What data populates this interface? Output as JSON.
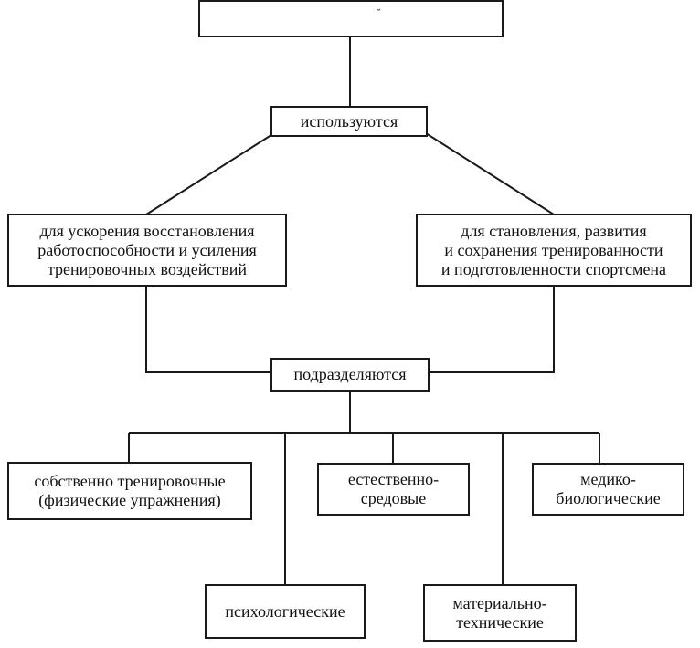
{
  "diagram": {
    "top_box": {
      "text": "",
      "mark": "˘"
    },
    "uses_box": {
      "text": "используются"
    },
    "left_purpose": {
      "text": "для ускорения восстановления\nработоспособности и усиления\nтренировочных воздействий"
    },
    "right_purpose": {
      "text": "для становления, развития\nи сохранения тренированности\nи подготовленности спортсмена"
    },
    "divide_box": {
      "text": "подразделяются"
    },
    "categories": [
      {
        "text": "собственно тренировочные\n(физические упражнения)"
      },
      {
        "text": "естественно-\nсредовые"
      },
      {
        "text": "медико-\nбиологические"
      },
      {
        "text": "психологические"
      },
      {
        "text": "материально-\nтехнические"
      }
    ]
  }
}
